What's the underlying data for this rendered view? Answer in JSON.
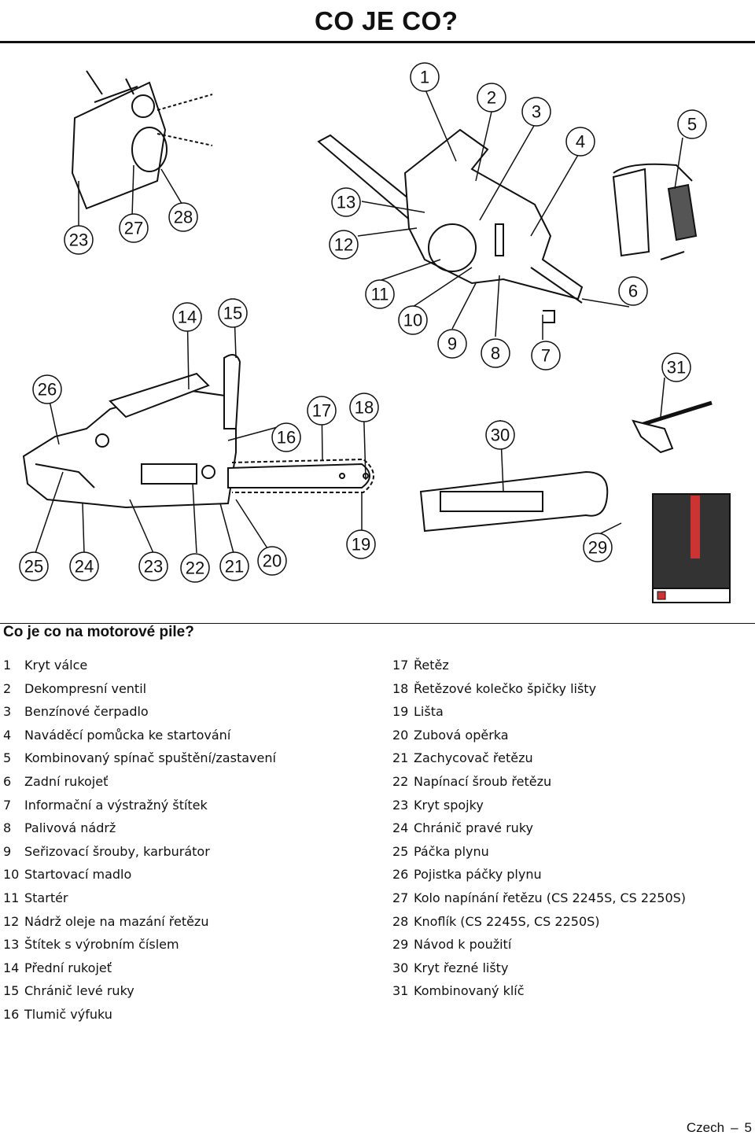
{
  "header": {
    "title": "CO JE CO?"
  },
  "figure": {
    "callouts": [
      "1",
      "2",
      "3",
      "4",
      "5",
      "6",
      "7",
      "8",
      "9",
      "10",
      "11",
      "12",
      "13",
      "14",
      "15",
      "16",
      "17",
      "18",
      "19",
      "20",
      "21",
      "22",
      "23",
      "23",
      "24",
      "25",
      "26",
      "27",
      "28",
      "29",
      "30",
      "31"
    ]
  },
  "section_title": "Co je co na motorové pile?",
  "parts_left": [
    {
      "num": "1",
      "label": "Kryt válce"
    },
    {
      "num": "2",
      "label": "Dekompresní ventil"
    },
    {
      "num": "3",
      "label": "Benzínové čerpadlo"
    },
    {
      "num": "4",
      "label": "Naváděcí pomůcka ke startování"
    },
    {
      "num": "5",
      "label": "Kombinovaný spínač spuštění/zastavení"
    },
    {
      "num": "6",
      "label": "Zadní rukojeť"
    },
    {
      "num": "7",
      "label": "Informační a výstražný štítek"
    },
    {
      "num": "8",
      "label": "Palivová nádrž"
    },
    {
      "num": "9",
      "label": "Seřizovací šrouby, karburátor"
    },
    {
      "num": "10",
      "label": "Startovací madlo"
    },
    {
      "num": "11",
      "label": "Startér"
    },
    {
      "num": "12",
      "label": "Nádrž oleje na mazání řetězu"
    },
    {
      "num": "13",
      "label": "Štítek s výrobním číslem"
    },
    {
      "num": "14",
      "label": "Přední rukojeť"
    },
    {
      "num": "15",
      "label": "Chránič levé ruky"
    },
    {
      "num": "16",
      "label": "Tlumič výfuku"
    }
  ],
  "parts_right": [
    {
      "num": "17",
      "label": "Řetěz"
    },
    {
      "num": "18",
      "label": "Řetězové kolečko špičky lišty"
    },
    {
      "num": "19",
      "label": "Lišta"
    },
    {
      "num": "20",
      "label": "Zubová opěrka"
    },
    {
      "num": "21",
      "label": "Zachycovač řetězu"
    },
    {
      "num": "22",
      "label": "Napínací šroub řetězu"
    },
    {
      "num": "23",
      "label": "Kryt spojky"
    },
    {
      "num": "24",
      "label": "Chránič pravé ruky"
    },
    {
      "num": "25",
      "label": "Páčka plynu"
    },
    {
      "num": "26",
      "label": "Pojistka páčky plynu"
    },
    {
      "num": "27",
      "label": "Kolo napínání řetězu (CS 2245S, CS 2250S)"
    },
    {
      "num": "28",
      "label": "Knoflík (CS 2245S, CS 2250S)"
    },
    {
      "num": "29",
      "label": "Návod k použití"
    },
    {
      "num": "30",
      "label": "Kryt řezné lišty"
    },
    {
      "num": "31",
      "label": "Kombinovaný klíč"
    }
  ],
  "footer": {
    "language": "Czech",
    "page": "5"
  }
}
